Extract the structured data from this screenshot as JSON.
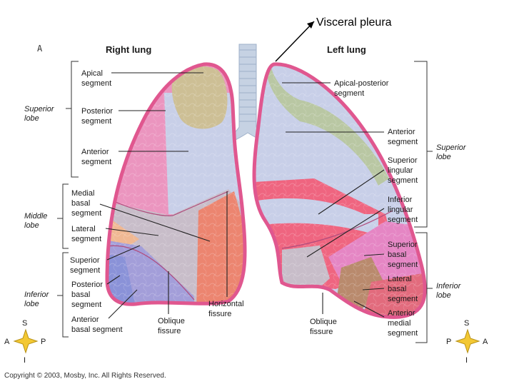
{
  "panel_letter": "A",
  "visceral_pleura": "Visceral pleura",
  "right_lung": {
    "title": "Right lung",
    "lobes": {
      "superior": [
        "Superior",
        "lobe"
      ],
      "middle": [
        "Middle",
        "lobe"
      ],
      "inferior": [
        "Inferior",
        "lobe"
      ]
    },
    "segments": {
      "apical": [
        "Apical",
        "segment"
      ],
      "posterior": [
        "Posterior",
        "segment"
      ],
      "anterior": [
        "Anterior",
        "segment"
      ],
      "medial_basal": [
        "Medial",
        "basal",
        "segment"
      ],
      "lateral": [
        "Lateral",
        "segment"
      ],
      "superior": [
        "Superior",
        "segment"
      ],
      "posterior_basal": [
        "Posterior",
        "basal",
        "segment"
      ],
      "anterior_basal": [
        "Anterior",
        "basal segment"
      ]
    },
    "fissures": {
      "oblique": [
        "Oblique",
        "fissure"
      ],
      "horizontal": [
        "Horizontal",
        "fissure"
      ]
    }
  },
  "left_lung": {
    "title": "Left lung",
    "lobes": {
      "superior": [
        "Superior",
        "lobe"
      ],
      "inferior": [
        "Inferior",
        "lobe"
      ]
    },
    "segments": {
      "apical_posterior": [
        "Apical-posterior",
        "segment"
      ],
      "anterior": [
        "Anterior",
        "segment"
      ],
      "superior_lingular": [
        "Superior",
        "lingular",
        "segment"
      ],
      "inferior_lingular": [
        "Inferior",
        "lingular",
        "segment"
      ],
      "superior_basal": [
        "Superior",
        "basal",
        "segment"
      ],
      "lateral_basal": [
        "Lateral",
        "basal",
        "segment"
      ],
      "anterior_medial_basal": [
        "Anterior",
        "medial",
        "segment"
      ]
    },
    "fissures": {
      "oblique": [
        "Oblique",
        "fissure"
      ]
    }
  },
  "compass_left": {
    "top": "S",
    "left": "A",
    "right": "P",
    "bottom": "I"
  },
  "compass_right": {
    "top": "S",
    "left": "P",
    "right": "A",
    "bottom": "I"
  },
  "copyright": "Copyright © 2003, Mosby, Inc. All Rights Reserved.",
  "colors": {
    "outline_pink": "#e0578f",
    "apical": "#cdbf95",
    "posterior_pink": "#eb95bf",
    "anterior_blue": "#c8cfe8",
    "middle_grey": "#c8bdc9",
    "lateral_orange": "#f0b893",
    "fissure_orange": "#ec8570",
    "posterior_basal_blue": "#8a92d8",
    "anterior_basal_blue": "#a39ed9",
    "apical_posterior_green": "#b9c7a3",
    "lingula_red": "#ef6580",
    "basal_magenta": "#e586c4",
    "lateral_basal_brown": "#b98a6d",
    "trachea": "#c6d2e3"
  }
}
